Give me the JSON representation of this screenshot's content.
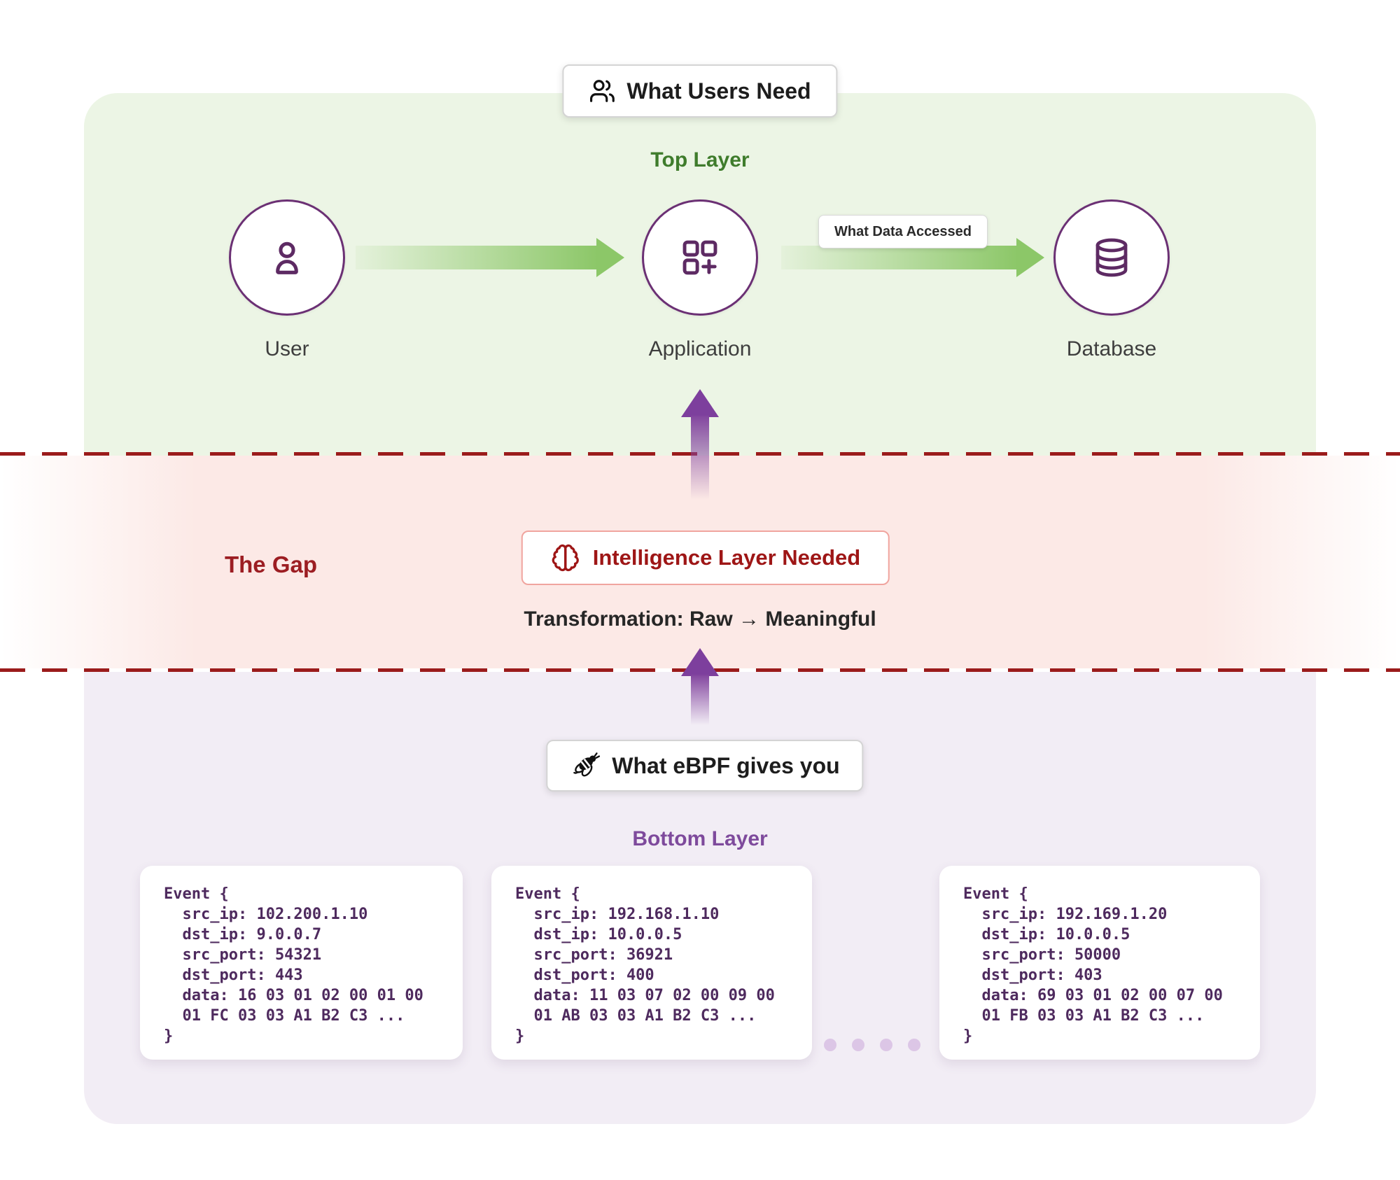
{
  "header_pill": {
    "label": "What Users Need",
    "icon": "users-icon"
  },
  "top_layer": {
    "caption": "Top Layer",
    "nodes": [
      {
        "label": "User",
        "icon": "user-icon"
      },
      {
        "label": "Application",
        "icon": "app-grid-plus-icon"
      },
      {
        "label": "Database",
        "icon": "database-icon"
      }
    ],
    "arrow_label": "What Data Accessed"
  },
  "gap": {
    "title": "The Gap",
    "pill_label": "Intelligence Layer Needed",
    "pill_icon": "brain-icon",
    "subtitle": "Transformation: Raw → Meaningful"
  },
  "bottom_pill": {
    "label": "What eBPF gives you",
    "icon": "bee-icon"
  },
  "bottom_layer": {
    "caption": "Bottom Layer",
    "events": [
      {
        "code": "Event {\n  src_ip: 102.200.1.10\n  dst_ip: 9.0.0.7\n  src_port: 54321\n  dst_port: 443\n  data: 16 03 01 02 00 01 00\n  01 FC 03 03 A1 B2 C3 ...\n}"
      },
      {
        "code": "Event {\n  src_ip: 192.168.1.10\n  dst_ip: 10.0.0.5\n  src_port: 36921\n  dst_port: 400\n  data: 11 03 07 02 00 09 00\n  01 AB 03 03 A1 B2 C3 ...\n}"
      },
      {
        "code": "Event {\n  src_ip: 192.169.1.20\n  dst_ip: 10.0.0.5\n  src_port: 50000\n  dst_port: 403\n  data: 69 03 01 02 00 07 00\n  01 FB 03 03 A1 B2 C3 ...\n}"
      }
    ]
  },
  "colors": {
    "top_panel_bg": "#ecf5e5",
    "gap_band_bg": "#fce9e6",
    "bottom_panel_bg": "#f2edf5",
    "dashed_line": "#9b1b1b",
    "green_arrow": "#8cc768",
    "purple_arrow": "#7d3f9d",
    "node_border": "#6b3074",
    "top_caption_text": "#3f7c2c",
    "bottom_caption_text": "#7e4a9c",
    "gap_text": "#9c1d22",
    "intel_text": "#9e1616",
    "intel_border": "#f0a59f",
    "code_text": "#4e2a5e",
    "dots": "#dcc6e6"
  }
}
